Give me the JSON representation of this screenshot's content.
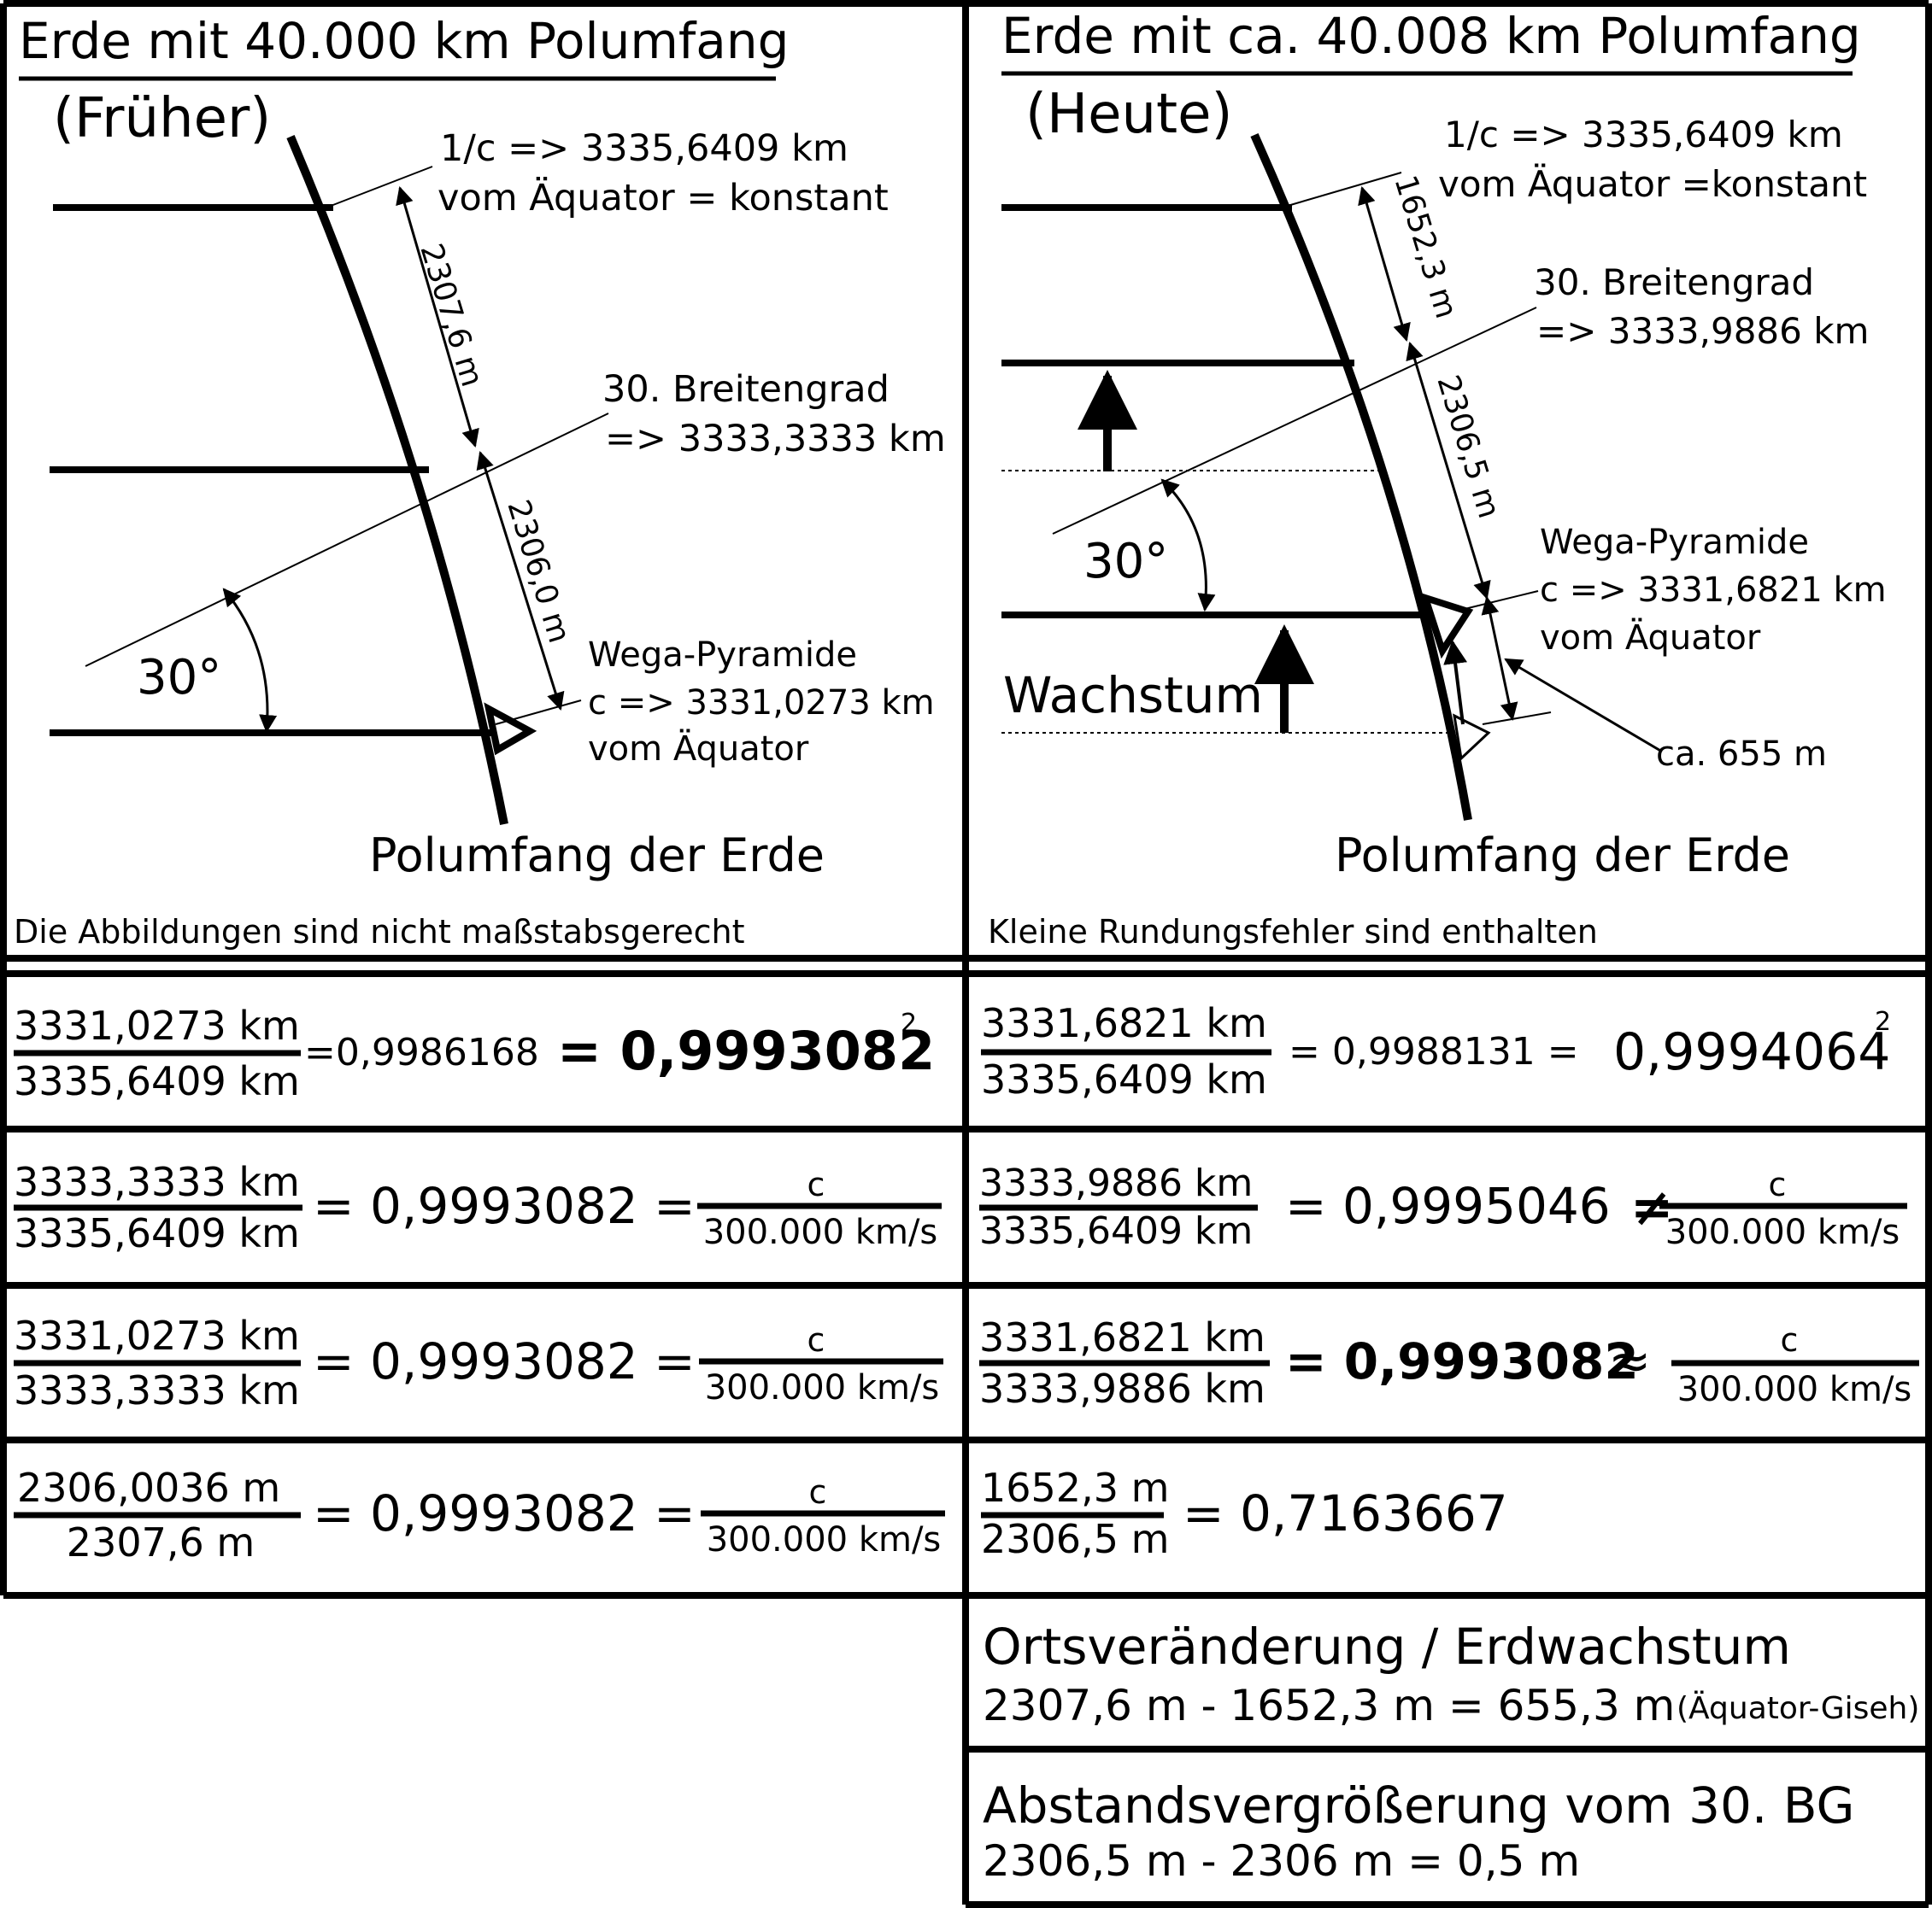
{
  "left_panel": {
    "title": "Erde mit 40.000 km Polumfang",
    "era": "(Früher)",
    "pole_line1": "1/c => 3335,6409 km",
    "pole_line2": "vom Äquator = konstant",
    "bg30_line1": "30. Breitengrad",
    "bg30_line2": "=> 3333,3333 km",
    "dist_upper": "2307,6 m",
    "dist_lower": "2306,0 m",
    "angle": "30°",
    "pyramid_line1": "Wega-Pyramide",
    "pyramid_line2": "c => 3331,0273 km",
    "pyramid_line3": "vom Äquator",
    "curve_label": "Polumfang der Erde",
    "footnote": "Die Abbildungen sind nicht maßstabsgerecht"
  },
  "right_panel": {
    "title": "Erde mit ca. 40.008 km Polumfang",
    "era": "(Heute)",
    "pole_line1": "1/c => 3335,6409 km",
    "pole_line2": "vom Äquator =konstant",
    "dist_upper": "1652,3 m",
    "bg30_line1": "30. Breitengrad",
    "bg30_line2": "=> 3333,9886 km",
    "dist_lower": "2306,5 m",
    "angle": "30°",
    "pyramid_line1": "Wega-Pyramide",
    "pyramid_line2": "c => 3331,6821 km",
    "pyramid_line3": "vom Äquator",
    "growth_label": "Wachstum",
    "shift_label": "ca. 655 m",
    "curve_label": "Polumfang der Erde",
    "footnote": "Kleine Rundungsfehler sind enthalten"
  },
  "left_equations": [
    {
      "num": "3331,0273 km",
      "den": "3335,6409 km",
      "mid": "=0,9986168",
      "res": "= 0,9993082",
      "exp": "2"
    },
    {
      "num": "3333,3333 km",
      "den": "3335,6409 km",
      "res": "= 0,9993082 =",
      "fnum": "c",
      "fden": "300.000 km/s"
    },
    {
      "num": "3331,0273 km",
      "den": "3333,3333 km",
      "res": "= 0,9993082 =",
      "fnum": "c",
      "fden": "300.000 km/s"
    },
    {
      "num": "2306,0036 m",
      "den": "2307,6 m",
      "res": "= 0,9993082 =",
      "fnum": "c",
      "fden": "300.000 km/s"
    }
  ],
  "right_equations": [
    {
      "num": "3331,6821 km",
      "den": "3335,6409 km",
      "mid": "= 0,9988131 =",
      "res": "0,9994064",
      "exp": "2"
    },
    {
      "num": "3333,9886 km",
      "den": "3335,6409 km",
      "res": "= 0,9995046",
      "op": "≠",
      "fnum": "c",
      "fden": "300.000 km/s"
    },
    {
      "num": "3331,6821 km",
      "den": "3333,9886 km",
      "res": "= 0,9993082",
      "op": "≈",
      "fnum": "c",
      "fden": "300.000 km/s"
    },
    {
      "num": "1652,3 m",
      "den": "2306,5 m",
      "res": "= 0,7163667"
    }
  ],
  "summary": [
    {
      "title": "Ortsveränderung / Erdwachstum",
      "line": "2307,6 m - 1652,3 m = 655,3 m",
      "note": "(Äquator-Giseh)"
    },
    {
      "title": "Abstandsvergrößerung vom 30. BG",
      "line": "2306,5 m - 2306 m = 0,5 m"
    }
  ]
}
